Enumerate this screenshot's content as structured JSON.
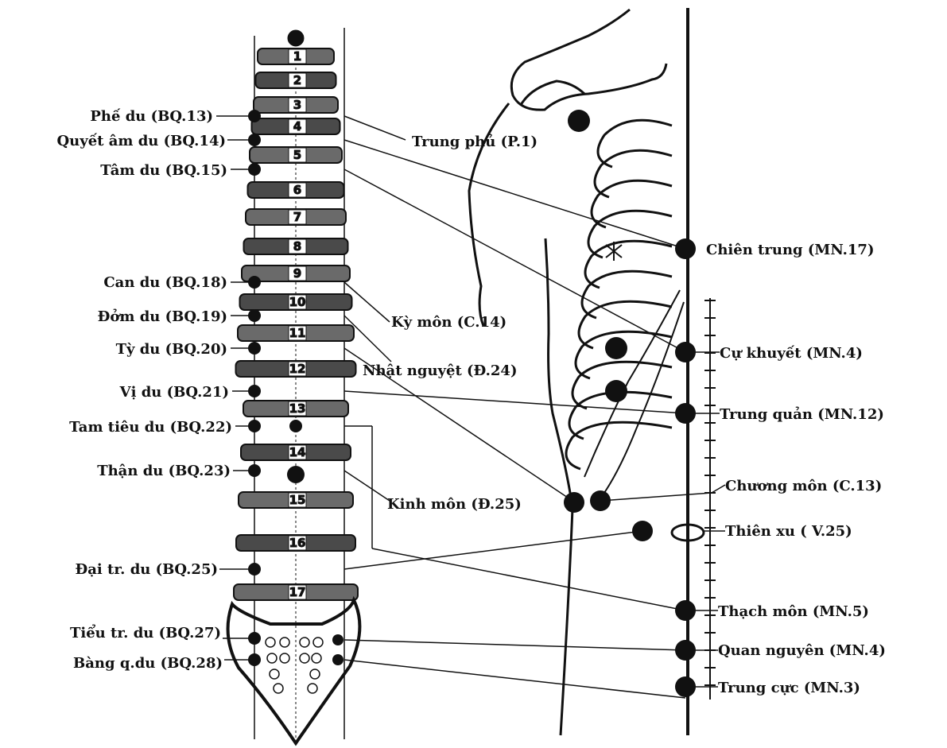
{
  "left_labels": [
    "Phế du (BQ.13)",
    "Quyết âm du (BQ.14)",
    "Tâm du (BQ.15)",
    "Can du (BQ.18)",
    "Đởm du (BQ.19)",
    "Tỳ du (BQ.20)",
    "Vị du (BQ.21)",
    "Tam tiêu du (BQ.22)",
    "Thận du (BQ.23)",
    "Đại tr. du (BQ.25)",
    "Tiểu tr. du (BQ.27)",
    "Bàng q.du (BQ.28)"
  ],
  "middle_labels": [
    "Trung phủ (P.1)",
    "Kỳ môn (C.14)",
    "Nhật nguyệt (Đ.24)",
    "Kinh môn (Đ.25)"
  ],
  "right_labels": [
    "Chiên trung (MN.17)",
    "Cự khuyết (MN.4)",
    "Trung quản (MN.12)",
    "Chương môn (C.13)",
    "Thiên xu ( V.25)",
    "Thạch môn (MN.5)",
    "Quan nguyên (MN.4)",
    "Trung cực (MN.3)"
  ],
  "vertebra_numbers": [
    "1",
    "2",
    "3",
    "4",
    "5",
    "6",
    "7",
    "8",
    "9",
    "10",
    "11",
    "12",
    "13",
    "14",
    "15",
    "16",
    "17"
  ]
}
